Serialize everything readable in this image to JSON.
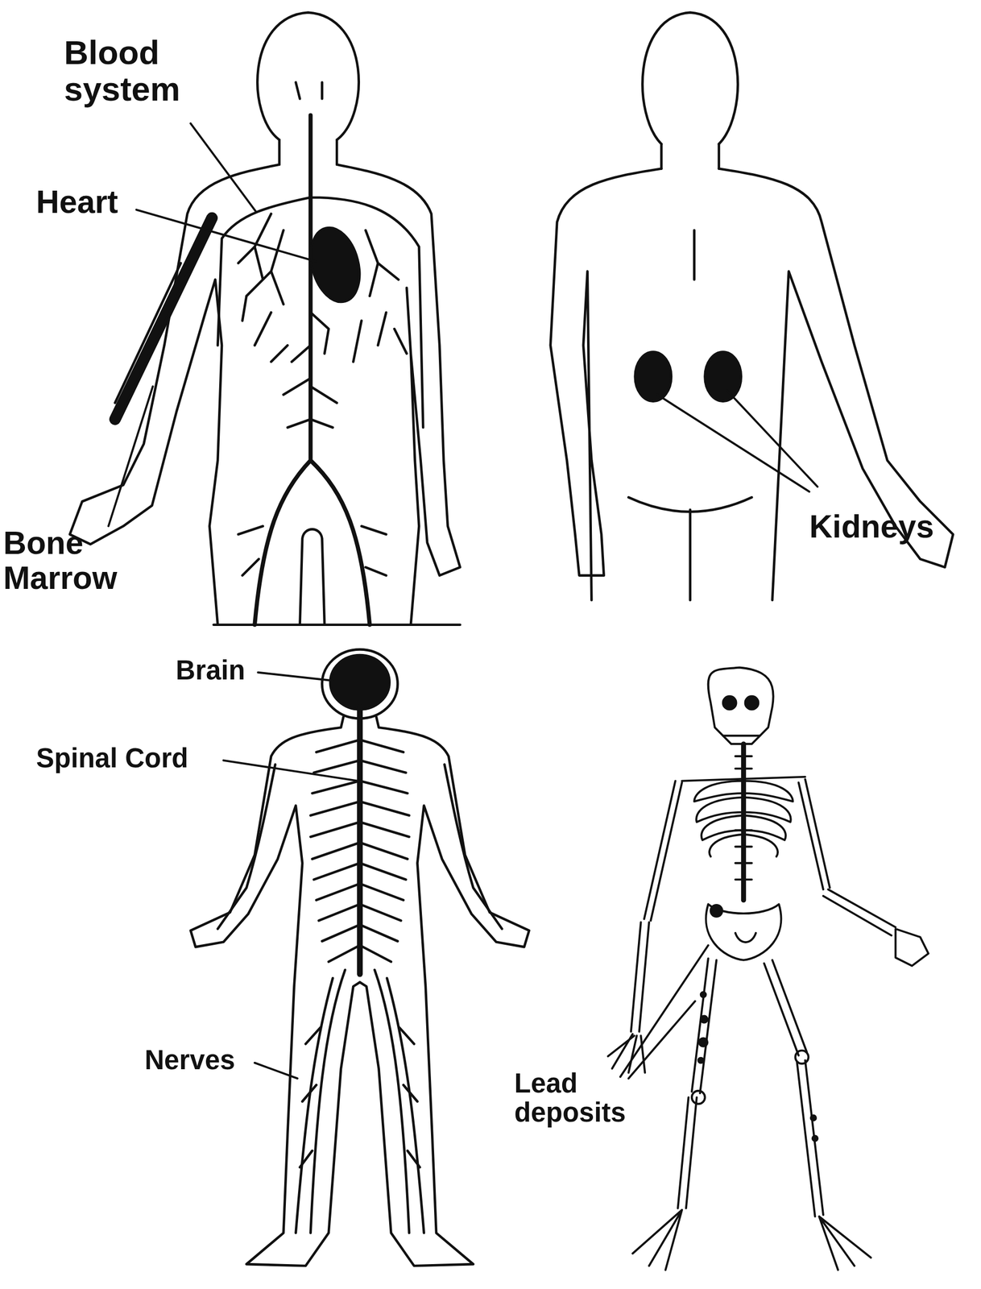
{
  "diagram": {
    "labels": [
      "Blood system",
      "Heart",
      "Bone Marrow",
      "Kidneys",
      "Brain",
      "Spinal Cord",
      "Nerves",
      "Lead deposits"
    ]
  }
}
